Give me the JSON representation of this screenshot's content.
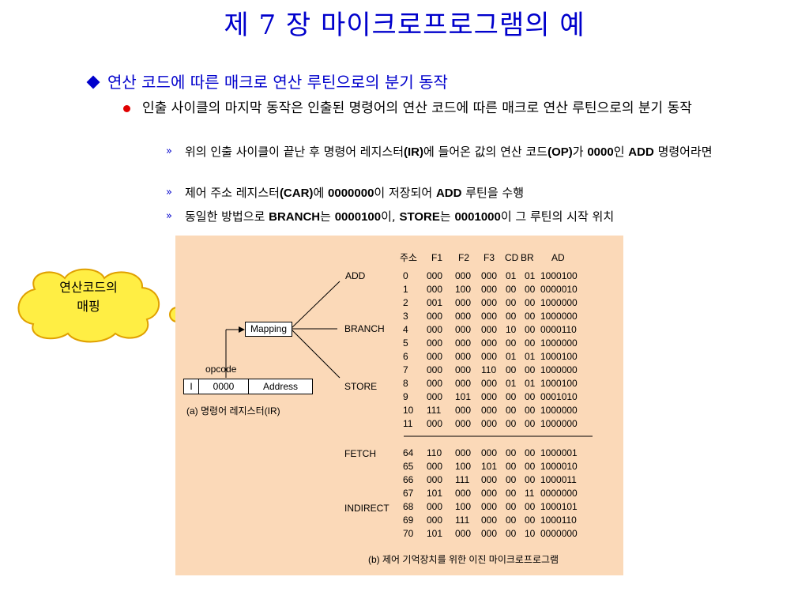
{
  "title": "제 7 장 마이크로프로그램의 예",
  "bullet1": "연산 코드에 따른 매크로 연산 루틴으로의 분기 동작",
  "bullet2": "인출 사이클의 마지막 동작은 인출된 명령어의 연산 코드에 따른 매크로 연산 루틴으로의 분기 동작",
  "sub": [
    {
      "raq": "»",
      "parts": [
        {
          "t": "위의 인출 사이클이 끝난 후 명령어 레지스터"
        },
        {
          "b": "(IR)"
        },
        {
          "t": "에 들어온 값의 연산 코드"
        },
        {
          "b": "(OP)"
        },
        {
          "t": "가 "
        },
        {
          "b": "0000"
        },
        {
          "t": "인 "
        },
        {
          "b": "ADD"
        },
        {
          "t": " 명령어라면"
        }
      ]
    },
    {
      "raq": "»",
      "parts": [
        {
          "t": "제어 주소 레지스터"
        },
        {
          "b": "(CAR)"
        },
        {
          "t": "에 "
        },
        {
          "b": "0000000"
        },
        {
          "t": "이 저장되어 "
        },
        {
          "b": "ADD"
        },
        {
          "t": " 루틴을 수행"
        }
      ]
    },
    {
      "raq": "»",
      "parts": [
        {
          "t": "동일한 방법으로 "
        },
        {
          "b": "BRANCH"
        },
        {
          "t": "는 "
        },
        {
          "b": "0000100"
        },
        {
          "t": "이, "
        },
        {
          "b": "STORE"
        },
        {
          "t": "는 "
        },
        {
          "b": "0001000"
        },
        {
          "t": "이 그 루틴의 시작 위치"
        }
      ]
    }
  ],
  "cloud": {
    "line1": "연산코드의",
    "line2": "매핑"
  },
  "diagram": {
    "mapping": "Mapping",
    "opcode": "opcode",
    "ir_i": "I",
    "ir_op": "0000",
    "ir_addr": "Address",
    "caption_a": "(a) 명령어 레지스터(IR)",
    "caption_b": "(b) 제어 기억장치를 위한 이진 마이크로프로그램",
    "labels": {
      "add": "ADD",
      "branch": "BRANCH",
      "store": "STORE",
      "fetch": "FETCH",
      "indirect": "INDIRECT"
    }
  },
  "table": {
    "headers": [
      "주소",
      "F1",
      "F2",
      "F3",
      "CD",
      "BR",
      "AD"
    ],
    "rows_top": [
      [
        "0",
        "000",
        "000",
        "000",
        "01",
        "01",
        "1000100"
      ],
      [
        "1",
        "000",
        "100",
        "000",
        "00",
        "00",
        "0000010"
      ],
      [
        "2",
        "001",
        "000",
        "000",
        "00",
        "00",
        "1000000"
      ],
      [
        "3",
        "000",
        "000",
        "000",
        "00",
        "00",
        "1000000"
      ],
      [
        "4",
        "000",
        "000",
        "000",
        "10",
        "00",
        "0000110"
      ],
      [
        "5",
        "000",
        "000",
        "000",
        "00",
        "00",
        "1000000"
      ],
      [
        "6",
        "000",
        "000",
        "000",
        "01",
        "01",
        "1000100"
      ],
      [
        "7",
        "000",
        "000",
        "110",
        "00",
        "00",
        "1000000"
      ],
      [
        "8",
        "000",
        "000",
        "000",
        "01",
        "01",
        "1000100"
      ],
      [
        "9",
        "000",
        "101",
        "000",
        "00",
        "00",
        "0001010"
      ],
      [
        "10",
        "111",
        "000",
        "000",
        "00",
        "00",
        "1000000"
      ],
      [
        "11",
        "000",
        "000",
        "000",
        "00",
        "00",
        "1000000"
      ]
    ],
    "rows_bottom": [
      [
        "64",
        "110",
        "000",
        "000",
        "00",
        "00",
        "1000001"
      ],
      [
        "65",
        "000",
        "100",
        "101",
        "00",
        "00",
        "1000010"
      ],
      [
        "66",
        "000",
        "111",
        "000",
        "00",
        "00",
        "1000011"
      ],
      [
        "67",
        "101",
        "000",
        "000",
        "00",
        "11",
        "0000000"
      ],
      [
        "68",
        "000",
        "100",
        "000",
        "00",
        "00",
        "1000101"
      ],
      [
        "69",
        "000",
        "111",
        "000",
        "00",
        "00",
        "1000110"
      ],
      [
        "70",
        "101",
        "000",
        "000",
        "00",
        "10",
        "0000000"
      ]
    ]
  }
}
